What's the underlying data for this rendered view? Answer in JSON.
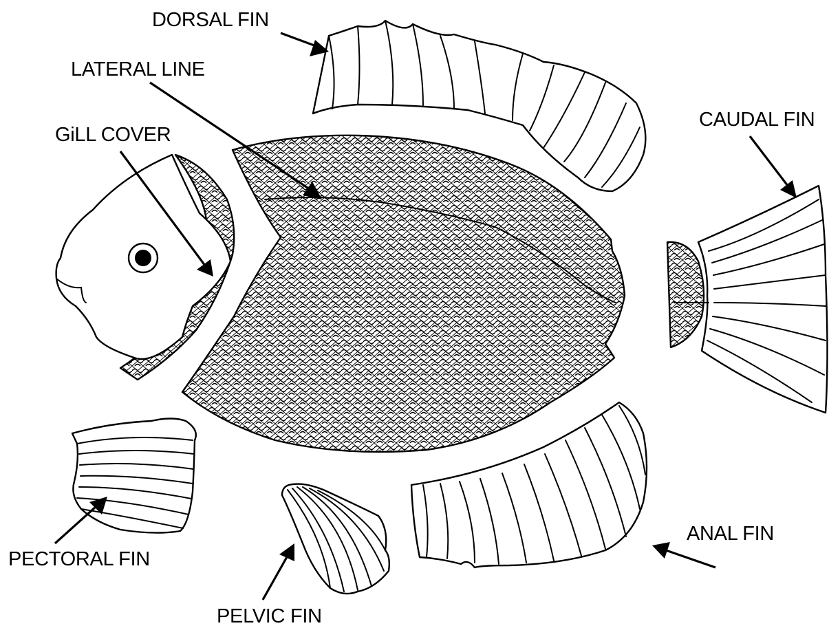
{
  "diagram": {
    "colors": {
      "ink": "#000000",
      "paper": "#ffffff"
    },
    "labels": {
      "dorsal_fin": "DORSAL FIN",
      "lateral_line": "LATERAL LINE",
      "gill_cover": "GiLL COVER",
      "caudal_fin": "CAUDAL FIN",
      "pectoral_fin": "PECTORAL FIN",
      "pelvic_fin": "PELVIC FIN",
      "anal_fin": "ANAL FIN"
    }
  }
}
